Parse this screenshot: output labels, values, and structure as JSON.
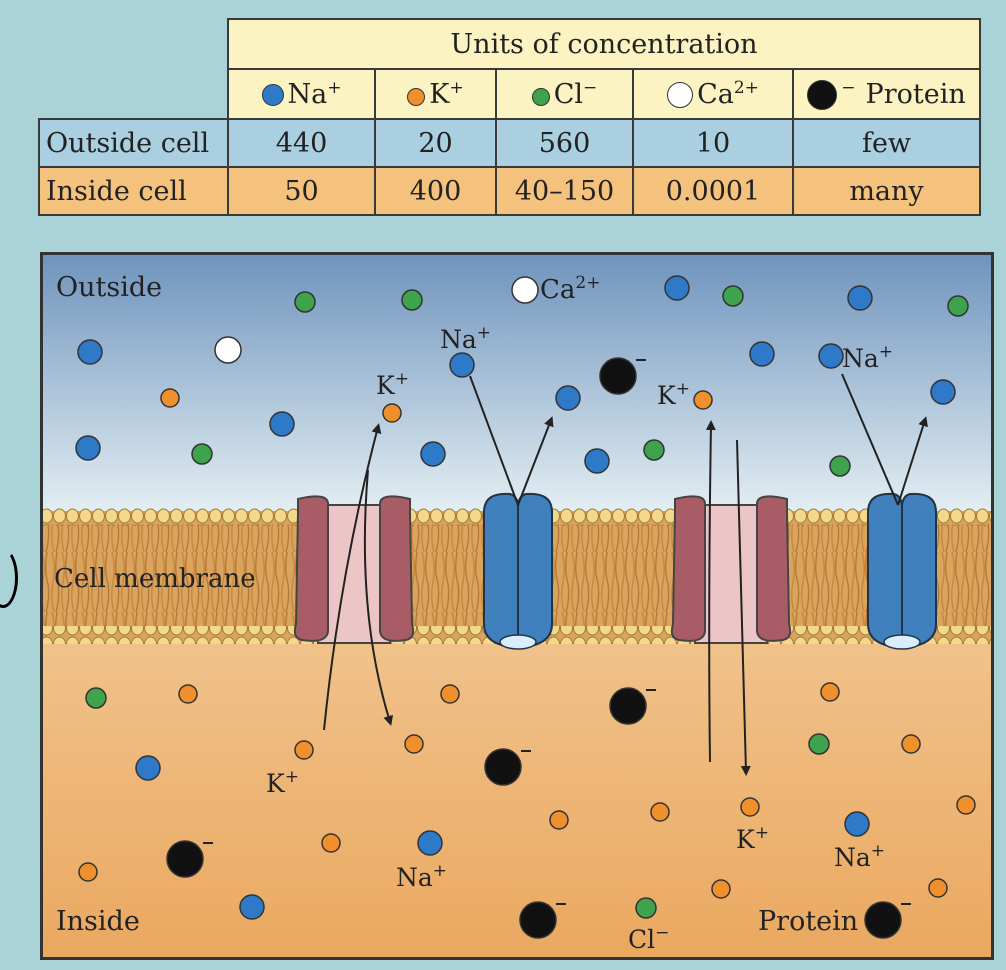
{
  "table": {
    "title": "Units of concentration",
    "columns": [
      {
        "ion": "Na",
        "charge": "+",
        "color": "#2f7ac8"
      },
      {
        "ion": "K",
        "charge": "+",
        "color": "#f0902c"
      },
      {
        "ion": "Cl",
        "charge": "−",
        "color": "#3fa34d"
      },
      {
        "ion": "Ca",
        "charge": "2+",
        "color": "#ffffff"
      },
      {
        "ion": "Protein",
        "charge": "−",
        "color": "#111111"
      }
    ],
    "rows": [
      {
        "label": "Outside cell",
        "values": [
          "440",
          "20",
          "560",
          "10",
          "few"
        ]
      },
      {
        "label": "Inside cell",
        "values": [
          "50",
          "400",
          "40–150",
          "0.0001",
          "many"
        ]
      }
    ]
  },
  "diagram": {
    "outside_label": "Outside",
    "inside_label": "Inside",
    "membrane_label": "Cell membrane",
    "labels": {
      "ca_top": "Ca",
      "na_top_left": "Na",
      "k_top_left": "K",
      "k_top_right": "K",
      "na_top_right": "Na",
      "k_bottom_left": "K",
      "na_bottom_left": "Na",
      "k_bottom_right": "K",
      "na_bottom_right": "Na",
      "cl_bottom": "Cl",
      "protein_bottom": "Protein"
    },
    "colors": {
      "na": "#2f7ac8",
      "k": "#f0902c",
      "cl": "#3fa34d",
      "ca": "#ffffff",
      "protein": "#111111",
      "outside_top": "#6f94bd",
      "outside_bottom": "#e3eef2",
      "inside_top": "#f8e2bf",
      "inside_bottom": "#eaa860",
      "membrane": "#d9a45e",
      "k_channel": "#a85c66",
      "na_channel": "#3f80bd"
    }
  }
}
